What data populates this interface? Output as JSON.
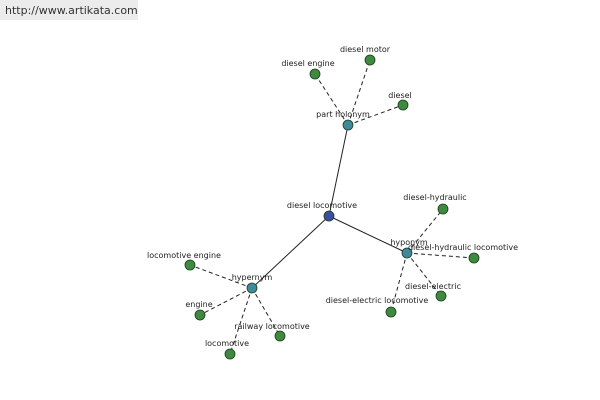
{
  "watermark": {
    "url": "http://www.artikata.com"
  },
  "colors": {
    "center": "#3b4fa0",
    "relation": "#3f8a9a",
    "leaf": "#3e8a3e"
  },
  "graph": {
    "center": {
      "label": "diesel locomotive"
    },
    "relations": [
      {
        "id": "part-holonym",
        "label": "part holonym",
        "leaves": [
          "diesel engine",
          "diesel motor",
          "diesel"
        ]
      },
      {
        "id": "hyponym",
        "label": "hyponym",
        "leaves": [
          "diesel-hydraulic",
          "diesel-hydraulic locomotive",
          "diesel-electric",
          "diesel-electric locomotive"
        ]
      },
      {
        "id": "hypernym",
        "label": "hypernym",
        "leaves": [
          "locomotive engine",
          "engine",
          "locomotive",
          "railway locomotive"
        ]
      }
    ]
  }
}
